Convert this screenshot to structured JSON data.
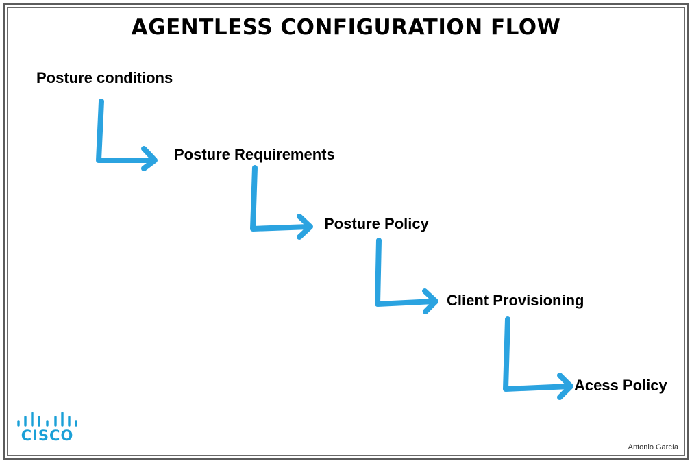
{
  "title": "AGENTLESS CONFIGURATION FLOW",
  "steps": [
    {
      "label": "Posture conditions"
    },
    {
      "label": "Posture Requirements"
    },
    {
      "label": "Posture Policy"
    },
    {
      "label": "Client Provisioning"
    },
    {
      "label": "Acess Policy"
    }
  ],
  "logo": {
    "text": "CISCO",
    "color": "#1ba0d7"
  },
  "author": "Antonio García",
  "arrow_color": "#2ba3e0",
  "arrow_icon": "elbow-arrow-icon"
}
